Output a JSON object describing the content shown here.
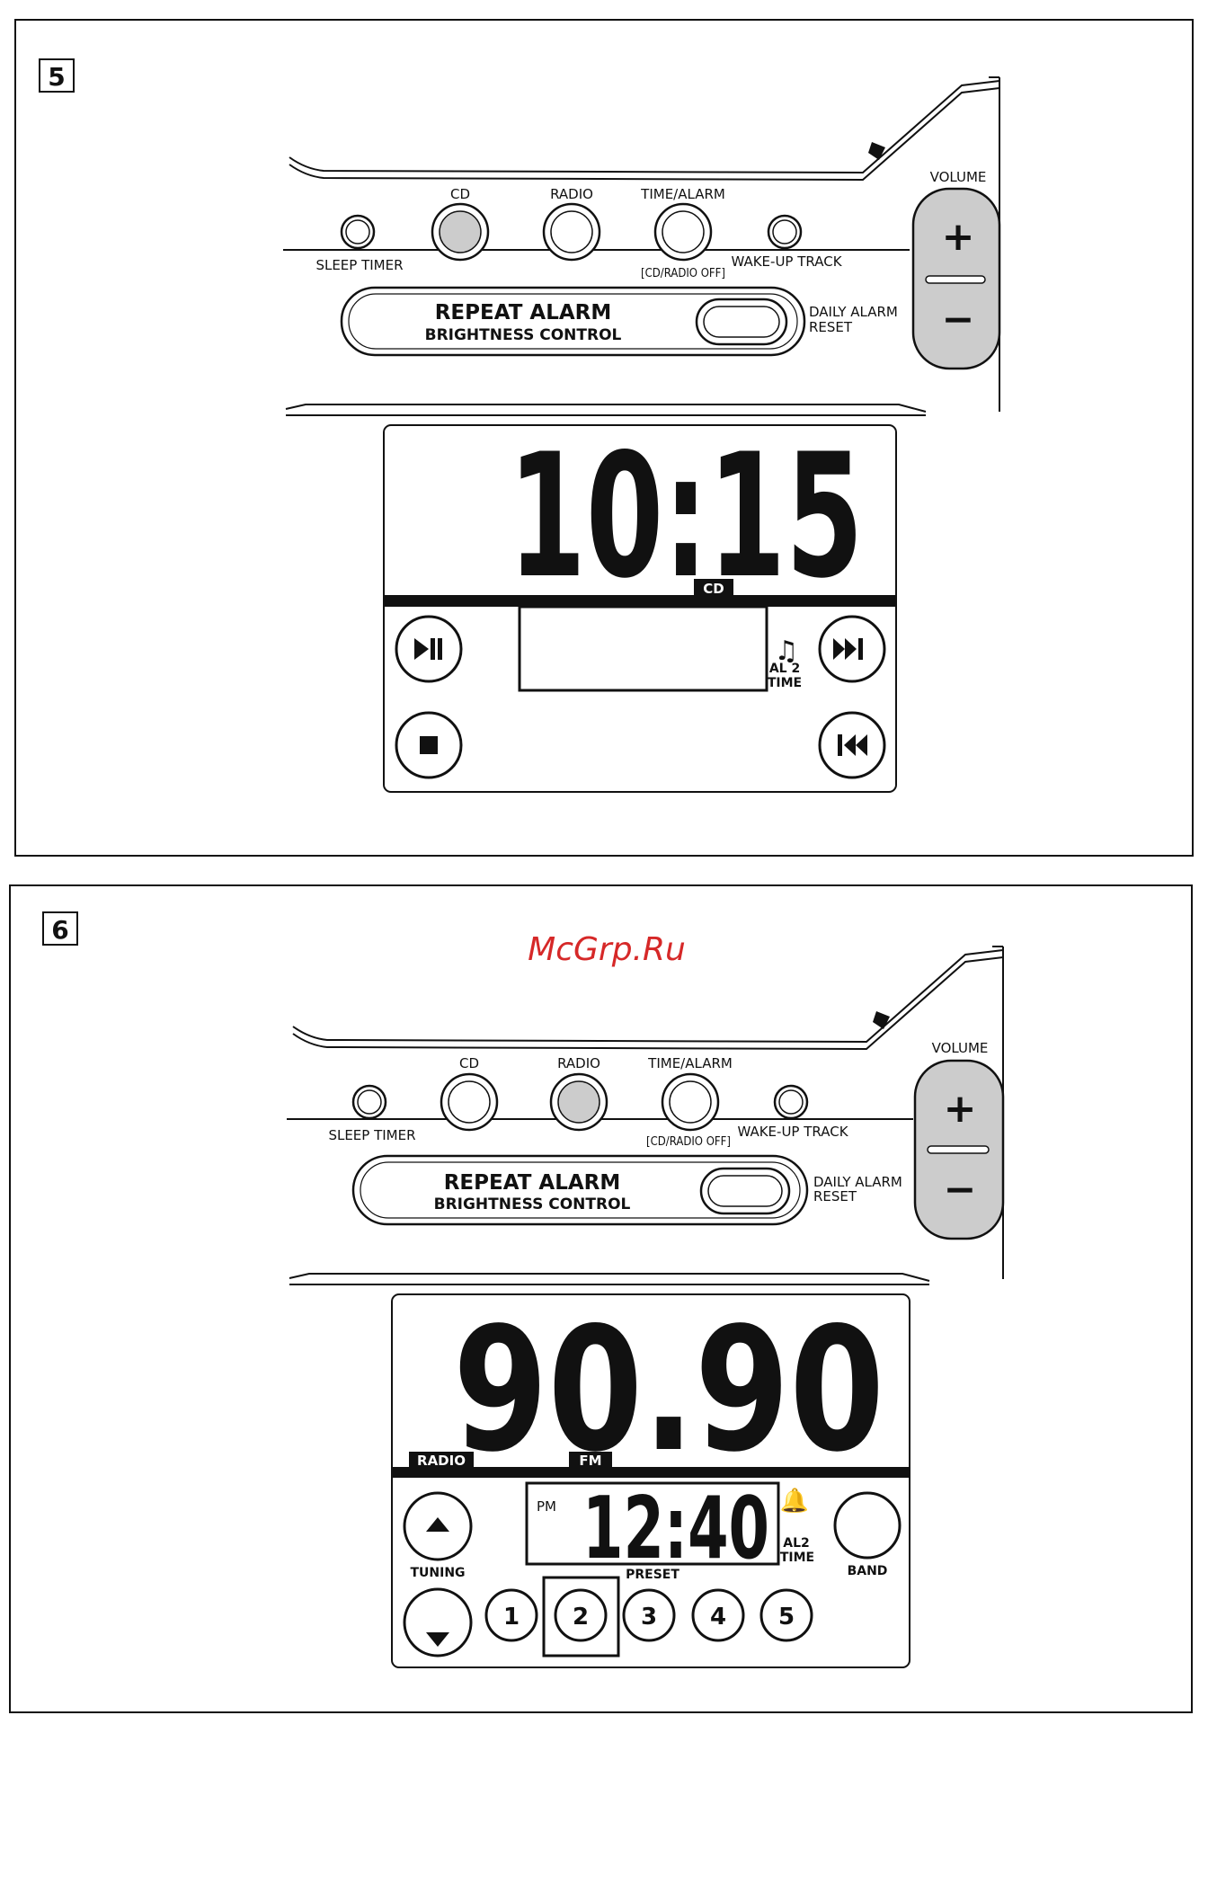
{
  "watermark": "McGrp.Ru",
  "panels": [
    {
      "step": "5",
      "buttons": {
        "sleep_timer": "SLEEP TIMER",
        "cd": "CD",
        "radio": "RADIO",
        "time_alarm": "TIME/ALARM",
        "cd_radio_off": "CD/RADIO OFF",
        "wake_up_track": "WAKE-UP TRACK",
        "volume": "VOLUME",
        "plus": "+",
        "minus": "−",
        "repeat_alarm": "REPEAT ALARM",
        "brightness_control": "BRIGHTNESS CONTROL",
        "daily_alarm": "DAILY ALARM",
        "reset": "RESET",
        "highlighted": "cd"
      },
      "display": {
        "main_digits": "10:15",
        "source_tag": "CD",
        "al2": "AL 2",
        "time": "TIME"
      }
    },
    {
      "step": "6",
      "buttons": {
        "sleep_timer": "SLEEP TIMER",
        "cd": "CD",
        "radio": "RADIO",
        "time_alarm": "TIME/ALARM",
        "cd_radio_off": "CD/RADIO OFF",
        "wake_up_track": "WAKE-UP TRACK",
        "volume": "VOLUME",
        "plus": "+",
        "minus": "−",
        "repeat_alarm": "REPEAT ALARM",
        "brightness_control": "BRIGHTNESS CONTROL",
        "daily_alarm": "DAILY ALARM",
        "reset": "RESET",
        "highlighted": "radio"
      },
      "display": {
        "main_digits": "90.90",
        "radio_tag": "RADIO",
        "band_tag": "FM",
        "pm": "PM",
        "clock": "12:40",
        "al2": "AL2",
        "time": "TIME",
        "tuning": "TUNING",
        "preset": "PRESET",
        "band": "BAND",
        "presets": [
          "1",
          "2",
          "3",
          "4",
          "5"
        ],
        "selected_preset": "2"
      }
    }
  ]
}
